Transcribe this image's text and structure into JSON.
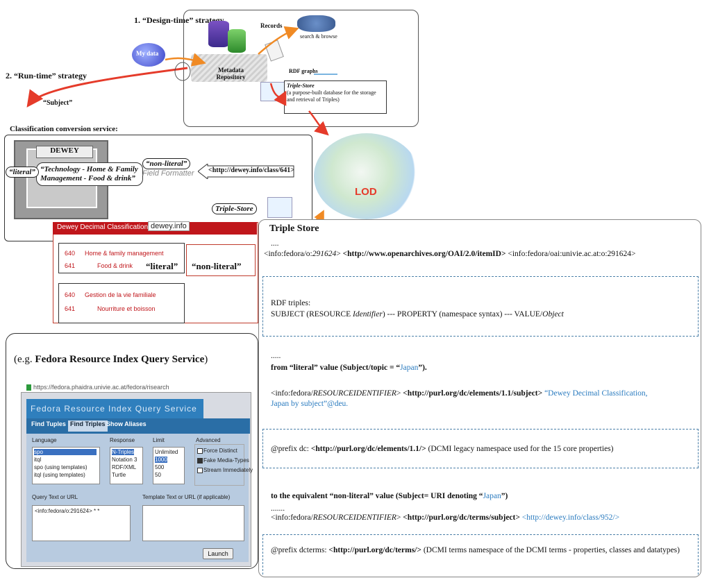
{
  "top": {
    "design_time": "1. “Design-time” strategy",
    "run_time": "2. “Run-time” strategy",
    "subject": "“Subject”",
    "my_data": "My data",
    "records": "Records",
    "search_browse": "search & browse",
    "metadata_repo": "Metadata Repository",
    "rdf_graphs": "RDF graphs",
    "triple_store_title": "Triple-Store",
    "triple_store_desc": "(a purpose-built database for the storage and retrieval of Triples)"
  },
  "conversion": {
    "title": "Classification conversion service:",
    "dewey": "DEWEY",
    "literal_text": "“Technology - Home & Family Management - Food & drink”",
    "literal_tag": "“literal”",
    "non_literal_tag": "“non-literal”",
    "field_formatter": "Field Formatter",
    "uri": "<http://dewey.info/class/641>",
    "triple_store": "Triple-Store",
    "lod": "LOD"
  },
  "dewey_web": {
    "brand": "Dewey Decimal Classification",
    "site": "dewey.info",
    "rows": [
      {
        "code": "640",
        "label": "Home & family management"
      },
      {
        "code": "641",
        "label": "Food & drink"
      },
      {
        "code": "640",
        "label": "Gestion de la vie familiale"
      },
      {
        "code": "641",
        "label": "Nourriture et boisson"
      }
    ],
    "literal": "“literal”",
    "non_literal": "“non-literal”"
  },
  "triple_store": {
    "title": "Triple Store",
    "dots1": "....",
    "line1_a": "<info:fedora/o:",
    "line1_b": "291624",
    "line1_c": "> ",
    "line1_d": "<http://www.openarchives.org/OAI/2.0/itemID>",
    "line1_e": " <info:fedora/oai:univie.ac.at:o:291624>",
    "rdf_label": "RDF triples:",
    "rdf_a": "SUBJECT (RESOURCE ",
    "rdf_b": "Identifier",
    "rdf_c": ") --- PROPERTY (namespace syntax) --- VALUE/",
    "rdf_d": "Object",
    "dots2": ".....",
    "from_literal_a": "from “literal” value (Subject/topic = “",
    "from_literal_b": "Japan",
    "from_literal_c": "”).",
    "lit_a": "<info:fedora/",
    "lit_b": "RESOURCEIDENTIFIER",
    "lit_c": "> ",
    "lit_d": "<http://purl.org/dc/elements/1.1/subject>",
    "lit_e": " “Dewey Decimal Classification, Japan by subject”@deu.",
    "prefix1_a": "@prefix dc: ",
    "prefix1_b": "<http://purl.org/dc/elements/1.1/>",
    "prefix1_c": " (DCMI legacy namespace used for the 15 core properties)",
    "to_non_a": "to the equivalent “non-literal” value (Subject= URI denoting “",
    "to_non_b": "Japan",
    "to_non_c": "”)",
    "dots3": ".......",
    "nl_a": "<info:fedora/",
    "nl_b": "RESOURCEIDENTIFIER",
    "nl_c": "> ",
    "nl_d": "<http://purl.org/dc/terms/subject>",
    "nl_e": " <http://dewey.info/class/952/>",
    "prefix2_a": "@prefix dcterms: ",
    "prefix2_b": "<http://purl.org/dc/terms/>",
    "prefix2_c": " (DCMI terms namespace of the DCMI terms - properties, classes and datatypes)"
  },
  "fedora": {
    "caption_a": "(e.g. ",
    "caption_b": "Fedora Resource Index Query Service",
    "caption_c": ")",
    "url": "https://fedora.phaidra.univie.ac.at/fedora/risearch",
    "header": "Fedora Resource Index Query Service",
    "tabs": [
      "Find Tuples",
      "Find Triples",
      "Show Aliases"
    ],
    "language": "Language",
    "language_options": [
      "spo",
      "itql",
      "spo (using templates)",
      "itql (using templates)"
    ],
    "response": "Response",
    "response_options": [
      "N-Triples",
      "Notation 3",
      "RDF/XML",
      "Turtle"
    ],
    "limit": "Limit",
    "limit_options": [
      "Unlimited",
      "1000",
      "500",
      "50"
    ],
    "advanced": "Advanced",
    "advanced_options": [
      "Force Distinct",
      "Fake Media-Types",
      "Stream Immediately"
    ],
    "query_label": "Query Text or URL",
    "query_value": "<info:fedora/o:291624> * *",
    "template_label": "Template Text or URL (if applicable)",
    "launch": "Launch"
  },
  "colors": {
    "red_arrow": "#e53b2a",
    "orange_arrow": "#f08a24",
    "blue_link": "#2a7bbf",
    "dewey_red": "#c0161b",
    "fedora_blue": "#2f7fbd"
  }
}
